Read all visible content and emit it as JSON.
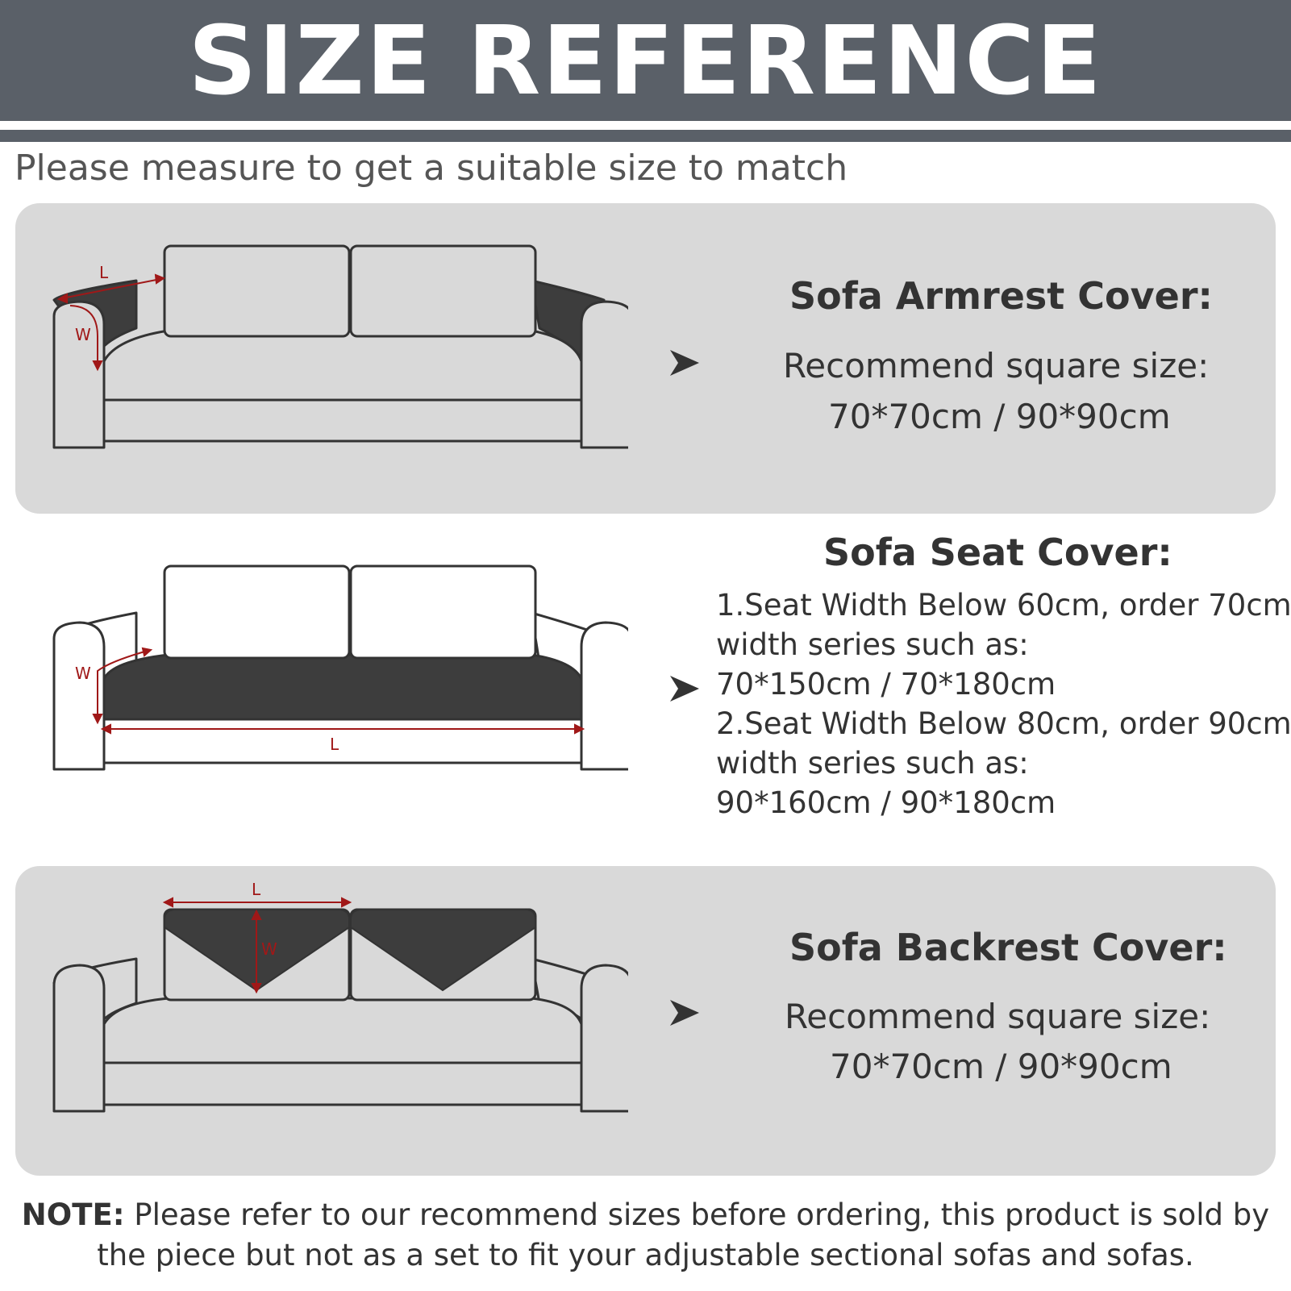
{
  "header": {
    "title": "SIZE REFERENCE"
  },
  "subtitle": "Please measure to get a suitable size to match",
  "armrest": {
    "title": "Sofa Armrest Cover:",
    "line1": "Recommend square size:",
    "line2": "70*70cm / 90*90cm",
    "dim_l": "L",
    "dim_w": "W"
  },
  "seat": {
    "title": "Sofa Seat Cover:",
    "lines": [
      "1.Seat Width Below 60cm, order 70cm",
      "width series such as:",
      "70*150cm / 70*180cm",
      "2.Seat Width Below 80cm, order 90cm",
      "width series such as:",
      "90*160cm / 90*180cm"
    ],
    "dim_l": "L",
    "dim_w": "W"
  },
  "backrest": {
    "title": "Sofa Backrest Cover:",
    "line1": "Recommend square size:",
    "line2": "70*70cm / 90*90cm",
    "dim_l": "L",
    "dim_w": "W"
  },
  "note": {
    "label": "NOTE:",
    "text": " Please refer to our recommend sizes before ordering, this product is sold by the piece but not as a set to fit your adjustable sectional sofas and sofas."
  },
  "colors": {
    "header_band": "#5a6068",
    "panel": "#d9d9d9",
    "cover": "#3d3d3d",
    "outline": "#333333",
    "dimension": "#a01818"
  }
}
